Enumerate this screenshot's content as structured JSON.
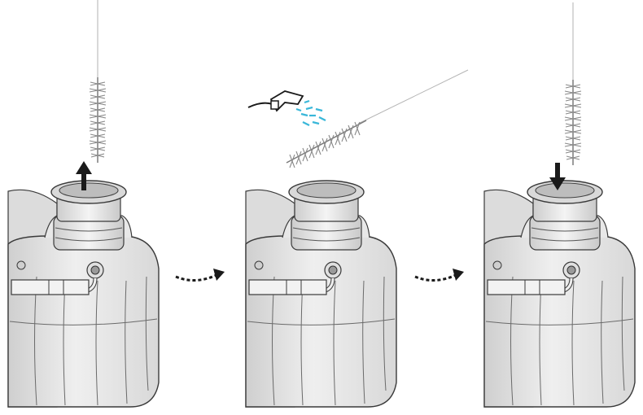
{
  "figure": {
    "description_steps": [
      {
        "id": "step-1",
        "action": "remove-brush",
        "indicator": "up-arrow-icon"
      },
      {
        "id": "step-2",
        "action": "rinse-brush",
        "indicator": "water-spray-icon"
      },
      {
        "id": "step-3",
        "action": "insert-brush",
        "indicator": "down-arrow-icon"
      }
    ],
    "transitions": [
      {
        "from": "step-1",
        "to": "step-2",
        "icon": "dashed-curved-arrow-icon"
      },
      {
        "from": "step-2",
        "to": "step-3",
        "icon": "dashed-curved-arrow-icon"
      }
    ],
    "colors": {
      "tank_fill": "#e6e6e6",
      "tank_stroke": "#3a3a3a",
      "arrow": "#1a1a1a",
      "water": "#39b7d9",
      "brush": "#8a8a8a",
      "background": "#ffffff"
    }
  }
}
